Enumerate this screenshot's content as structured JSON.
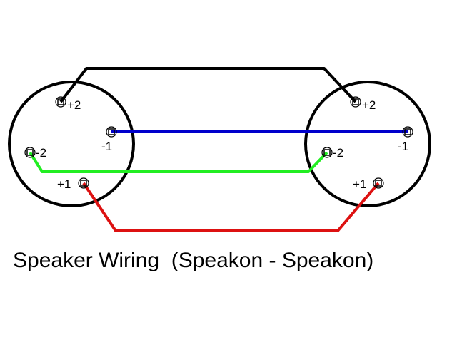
{
  "title": "Speaker Wiring  (Speakon - Speakon)",
  "connectors": [
    {
      "name": "left",
      "pins": [
        {
          "id": "+2",
          "label": "+2"
        },
        {
          "id": "-1",
          "label": "-1"
        },
        {
          "id": "-2",
          "label": "-2"
        },
        {
          "id": "+1",
          "label": "+1"
        }
      ]
    },
    {
      "name": "right",
      "pins": [
        {
          "id": "+2",
          "label": "+2"
        },
        {
          "id": "-1",
          "label": "-1"
        },
        {
          "id": "-2",
          "label": "-2"
        },
        {
          "id": "+1",
          "label": "+1"
        }
      ]
    }
  ],
  "wires": [
    {
      "from": "+2",
      "to": "+2",
      "color": "#000000"
    },
    {
      "from": "-1",
      "to": "-1",
      "color": "#0000cc"
    },
    {
      "from": "-2",
      "to": "-2",
      "color": "#22ee22"
    },
    {
      "from": "+1",
      "to": "+1",
      "color": "#dd1111"
    }
  ]
}
